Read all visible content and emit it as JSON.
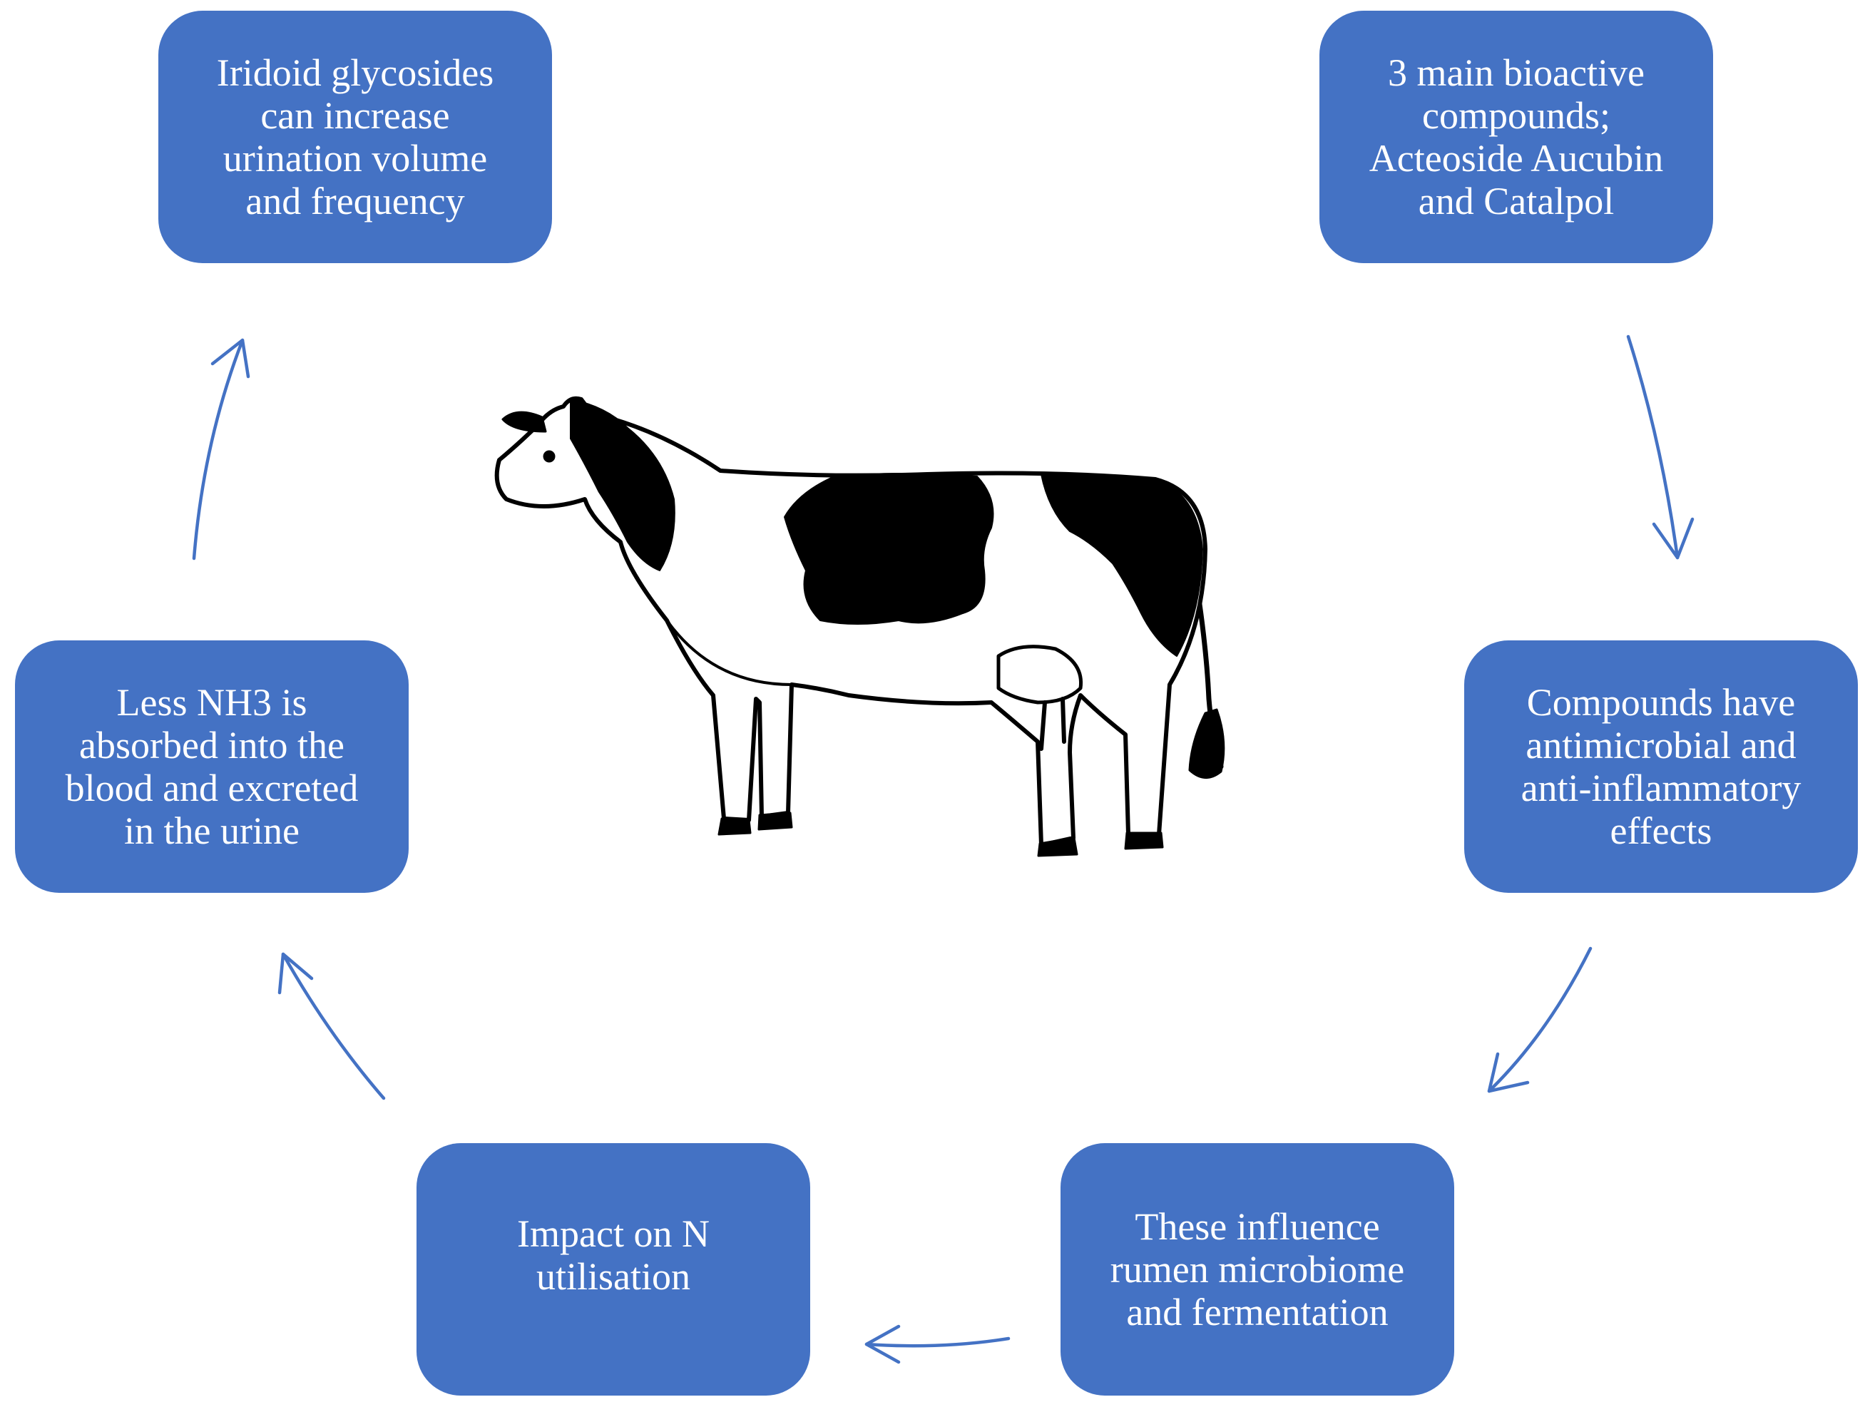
{
  "diagram": {
    "type": "cycle",
    "accent_color": "#4472C4",
    "text_color": "#FFFFFF",
    "boxes": [
      {
        "id": "b1",
        "text": "Iridoid glycosides\ncan increase\nurination volume\nand frequency"
      },
      {
        "id": "b2",
        "text": "3 main bioactive\ncompounds;\nActeoside Aucubin\nand Catalpol"
      },
      {
        "id": "b3",
        "text": "Compounds have\nantimicrobial and\nanti-inflammatory\neffects"
      },
      {
        "id": "b4",
        "text": "These influence\nrumen microbiome\nand fermentation"
      },
      {
        "id": "b5",
        "text": "Impact on N\nutilisation"
      },
      {
        "id": "b6",
        "text": "Less NH3 is\nabsorbed into the\nblood and excreted\nin the urine"
      }
    ],
    "center_image": "cow-illustration"
  }
}
